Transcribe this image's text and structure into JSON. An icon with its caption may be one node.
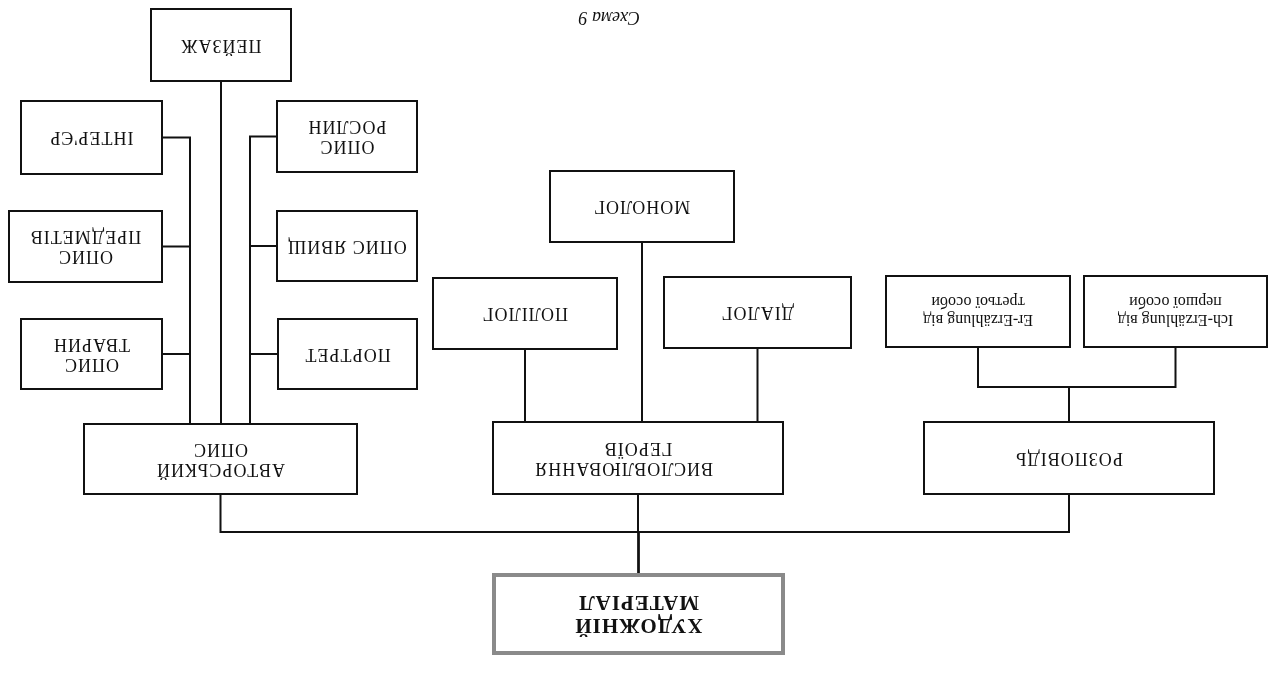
{
  "diagram": {
    "title": "Схема 9",
    "nodes": [
      {
        "text": [
          "ХУДОЖНІЙ МАТЕРІАЛ"
        ]
      },
      {
        "text": [
          "АВТОРСЬКИЙ ОПИС"
        ]
      },
      {
        "text": [
          "ВИСЛОВЛЮВАННЯ ГЕРОЇВ"
        ]
      },
      {
        "text": [
          "РОЗПОВІДЬ"
        ]
      },
      {
        "text": [
          "ПЕЙЗАЖ"
        ]
      },
      {
        "text": [
          "ІНТЕР'ЄР"
        ]
      },
      {
        "text": [
          "ОПИС ПРЕДМЕТІВ"
        ]
      },
      {
        "text": [
          "ОПИС ТВАРИН"
        ]
      },
      {
        "text": [
          "ОПИС РОСЛИН"
        ]
      },
      {
        "text": [
          "ОПИС ЯВИЩ"
        ]
      },
      {
        "text": [
          "ПОРТРЕТ"
        ]
      },
      {
        "text": [
          "МОНОЛОГ"
        ]
      },
      {
        "text": [
          "ПОЛІЛОГ"
        ]
      },
      {
        "text": [
          "ДІАЛОГ"
        ]
      },
      {
        "text": [
          "Er-Erzählung від третьої особи"
        ]
      },
      {
        "text": [
          "Ich-Erzählung від першої особи"
        ]
      }
    ],
    "edges": [
      {
        "from": 0,
        "to": 1,
        "arrow": "none"
      },
      {
        "from": 0,
        "to": 2,
        "arrow": "none"
      },
      {
        "from": 0,
        "to": 3,
        "arrow": "none"
      },
      {
        "from": 1,
        "to": 4,
        "arrow": "none"
      },
      {
        "from": 1,
        "to": 5,
        "arrow": "none"
      },
      {
        "from": 1,
        "to": 6,
        "arrow": "none"
      },
      {
        "from": 1,
        "to": 7,
        "arrow": "none"
      },
      {
        "from": 1,
        "to": 8,
        "arrow": "none"
      },
      {
        "from": 1,
        "to": 9,
        "arrow": "none"
      },
      {
        "from": 1,
        "to": 10,
        "arrow": "none"
      },
      {
        "from": 2,
        "to": 11,
        "arrow": "none"
      },
      {
        "from": 2,
        "to": 12,
        "arrow": "none"
      },
      {
        "from": 2,
        "to": 13,
        "arrow": "none"
      },
      {
        "from": 3,
        "to": 14,
        "arrow": "none"
      },
      {
        "from": 3,
        "to": 15,
        "arrow": "none"
      }
    ]
  }
}
